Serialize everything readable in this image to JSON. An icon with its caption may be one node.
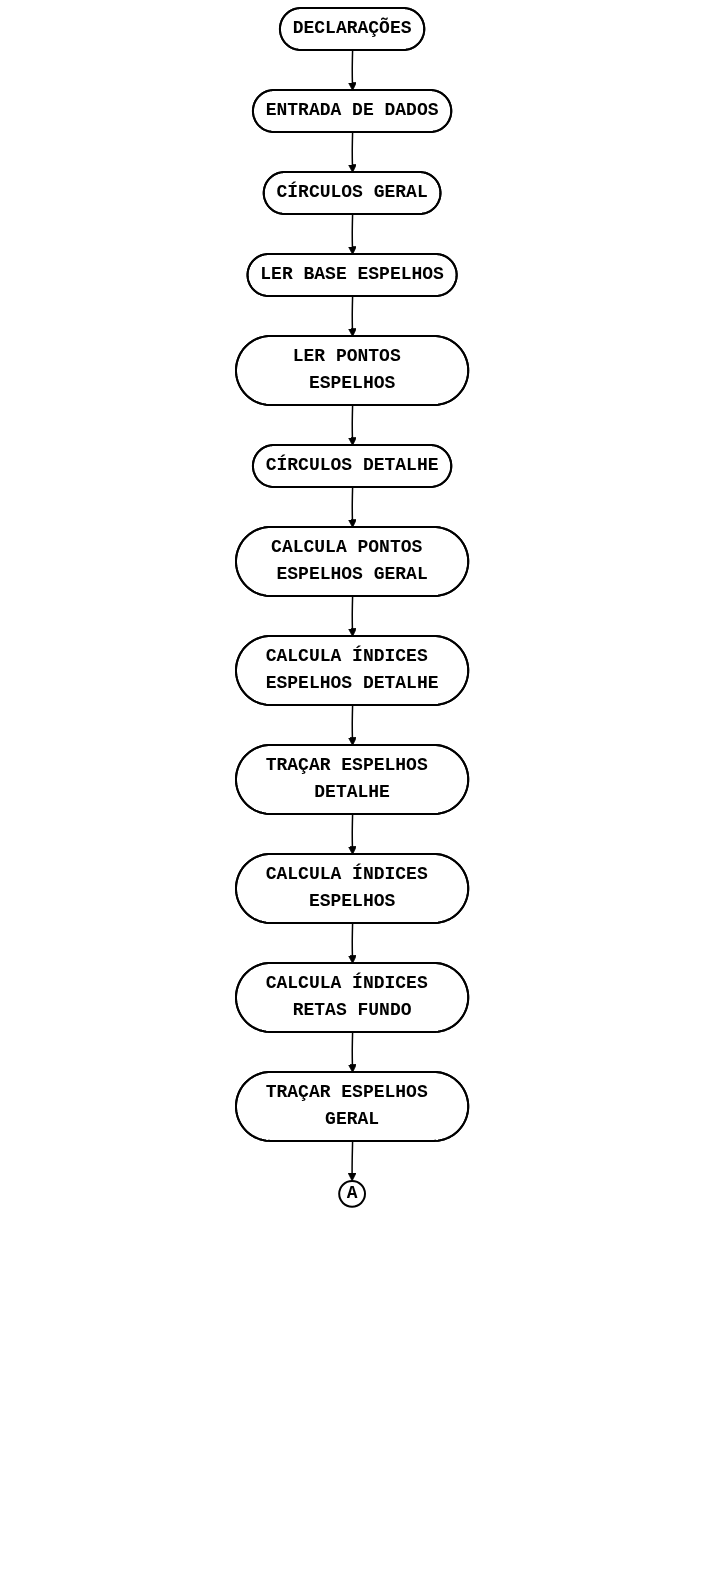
{
  "diagram": {
    "nodes": [
      {
        "text": [
          "DECLARAÇÕES"
        ]
      },
      {
        "text": [
          "ENTRADA DE DADOS"
        ]
      },
      {
        "text": [
          "CÍRCULOS GERAL"
        ]
      },
      {
        "text": [
          "LER BASE ESPELHOS"
        ]
      },
      {
        "text": [
          "LER PONTOS ESPELHOS"
        ]
      },
      {
        "text": [
          "CÍRCULOS DETALHE"
        ]
      },
      {
        "text": [
          "CALCULA PONTOS ESPELHOS GERAL"
        ]
      },
      {
        "text": [
          "CALCULA ÍNDICES ESPELHOS DETALHE"
        ]
      },
      {
        "text": [
          "TRAÇAR ESPELHOS DETALHE"
        ]
      },
      {
        "text": [
          "CALCULA ÍNDICES ESPELHOS"
        ]
      },
      {
        "text": [
          "CALCULA ÍNDICES RETAS FUNDO"
        ]
      },
      {
        "text": [
          "TRAÇAR ESPELHOS GERAL"
        ]
      },
      {
        "text": [
          "A"
        ]
      }
    ],
    "edges": [
      {
        "from": 0,
        "to": 1,
        "arrow": "to"
      },
      {
        "from": 1,
        "to": 2,
        "arrow": "to"
      },
      {
        "from": 2,
        "to": 3,
        "arrow": "to"
      },
      {
        "from": 3,
        "to": 4,
        "arrow": "to"
      },
      {
        "from": 4,
        "to": 5,
        "arrow": "to"
      },
      {
        "from": 5,
        "to": 6,
        "arrow": "to"
      },
      {
        "from": 6,
        "to": 7,
        "arrow": "to"
      },
      {
        "from": 7,
        "to": 8,
        "arrow": "to"
      },
      {
        "from": 8,
        "to": 9,
        "arrow": "to"
      },
      {
        "from": 9,
        "to": 10,
        "arrow": "to"
      },
      {
        "from": 10,
        "to": 11,
        "arrow": "to"
      },
      {
        "from": 11,
        "to": 12,
        "arrow": "to"
      }
    ]
  }
}
